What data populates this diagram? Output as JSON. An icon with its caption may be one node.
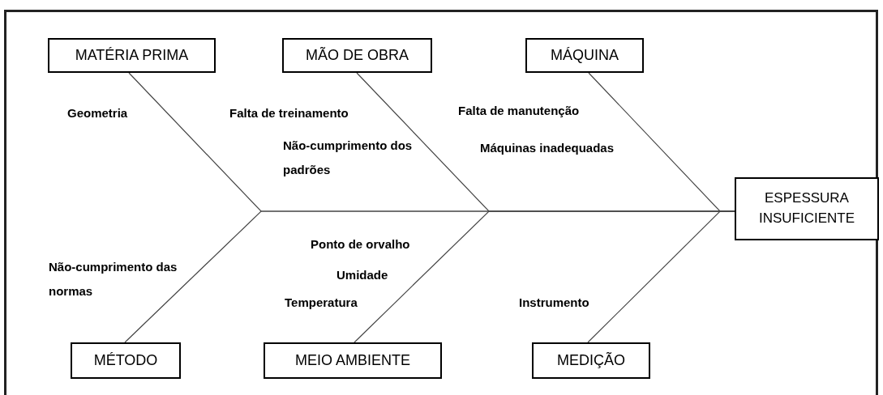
{
  "diagram": {
    "nodes": [
      {
        "text": [
          "MATÉRIA PRIMA"
        ]
      },
      {
        "text": [
          "MÃO DE OBRA"
        ]
      },
      {
        "text": [
          "MÁQUINA"
        ]
      },
      {
        "text": [
          "ESPESSURA INSUFICIENTE"
        ]
      },
      {
        "text": [
          "MÉTODO"
        ]
      },
      {
        "text": [
          "MEIO AMBIENTE"
        ]
      },
      {
        "text": [
          "MEDIÇÃO"
        ]
      }
    ],
    "edges": [
      {
        "from": 0,
        "to": 3,
        "arrow": "none"
      },
      {
        "from": 1,
        "to": 3,
        "arrow": "none"
      },
      {
        "from": 2,
        "to": 3,
        "arrow": "none"
      },
      {
        "from": 4,
        "to": 3,
        "arrow": "none"
      },
      {
        "from": 5,
        "to": 3,
        "arrow": "none"
      },
      {
        "from": 6,
        "to": 3,
        "arrow": "none"
      }
    ],
    "labels": [
      "Geometria",
      "Falta de treinamento",
      "Falta de manutenção",
      "Não-cumprimento dos padrões",
      "Máquinas inadequadas",
      "Ponto de orvalho",
      "Não-cumprimento das normas",
      "Umidade",
      "Temperatura",
      "Instrumento"
    ]
  }
}
